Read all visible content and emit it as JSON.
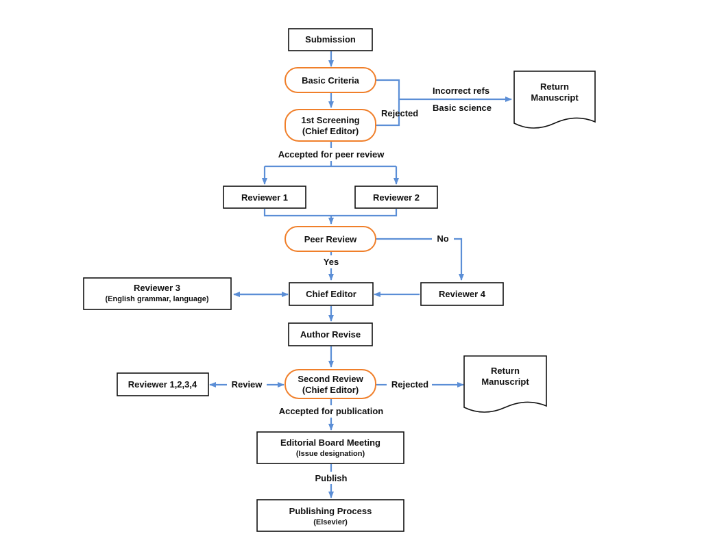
{
  "colors": {
    "arrow": "#5b8ed6",
    "process_border": "#111111",
    "decision_border": "#f07f2a",
    "background": "#ffffff"
  },
  "nodes": {
    "submission": {
      "label": "Submission"
    },
    "basic_criteria": {
      "label": "Basic Criteria"
    },
    "first_screening": {
      "line1": "1st Screening",
      "line2": "(Chief Editor)"
    },
    "return_manuscript_1": {
      "line1": "Return",
      "line2": "Manuscript"
    },
    "reviewer_1": {
      "label": "Reviewer 1"
    },
    "reviewer_2": {
      "label": "Reviewer 2"
    },
    "peer_review": {
      "label": "Peer Review"
    },
    "reviewer_3": {
      "line1": "Reviewer 3",
      "line2": "(English grammar, language)"
    },
    "chief_editor": {
      "label": "Chief Editor"
    },
    "reviewer_4": {
      "label": "Reviewer 4"
    },
    "author_revise": {
      "label": "Author Revise"
    },
    "reviewer_1234": {
      "label": "Reviewer 1,2,3,4"
    },
    "second_review": {
      "line1": "Second Review",
      "line2": "(Chief Editor)"
    },
    "return_manuscript_2": {
      "line1": "Return",
      "line2": "Manuscript"
    },
    "editorial_board": {
      "line1": "Editorial Board Meeting",
      "line2": "(Issue designation)"
    },
    "publishing_process": {
      "line1": "Publishing Process",
      "line2": "(Elsevier)"
    }
  },
  "edge_labels": {
    "incorrect_refs": "Incorrect refs",
    "basic_science": "Basic science",
    "rejected_1": "Rejected",
    "accepted_peer_review": "Accepted for peer review",
    "no": "No",
    "yes": "Yes",
    "review": "Review",
    "rejected_2": "Rejected",
    "accepted_publication": "Accepted for publication",
    "publish": "Publish"
  }
}
